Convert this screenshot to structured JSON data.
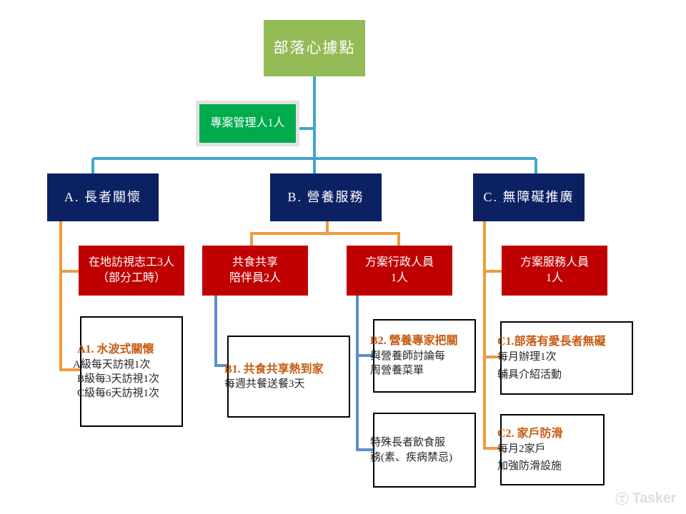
{
  "diagram": {
    "title_node": {
      "label": "部落心據點"
    },
    "manager_node": {
      "label": "專案管理人1人"
    },
    "categories": [
      {
        "id": "A",
        "label": "A. 長者關懷"
      },
      {
        "id": "B",
        "label": "B. 營養服務"
      },
      {
        "id": "C",
        "label": "C. 無障礙推廣"
      }
    ],
    "staffing": [
      {
        "id": "A-staff",
        "line1": "在地訪視志工3人",
        "line2": "（部分工時）"
      },
      {
        "id": "B-staff-1",
        "line1": "共食共享",
        "line2": "陪伴員2人"
      },
      {
        "id": "B-staff-2",
        "line1": "方案行政人員",
        "line2": "1人"
      },
      {
        "id": "C-staff",
        "line1": "方案服務人員",
        "line2": "1人"
      }
    ],
    "details": [
      {
        "id": "A1",
        "header": "A1. 水波式關懷",
        "lines": [
          "A級每天訪視1次",
          "B級每3天訪視1次",
          "C級每6天訪視1次"
        ]
      },
      {
        "id": "B1",
        "header": "B1. 共食共享熱到家",
        "lines": [
          "每週共餐送餐3天"
        ]
      },
      {
        "id": "B2",
        "header": "B2. 營養專家把關",
        "lines": [
          "與營養師討論每",
          "周營養菜單"
        ]
      },
      {
        "id": "B3",
        "header": "",
        "lines": [
          "特殊長者飲食服",
          "務(素、疾病禁忌)"
        ]
      },
      {
        "id": "C1",
        "header": "C1.部落有愛長者無礙",
        "lines": [
          "每月辦理1次",
          "輔具介紹活動"
        ]
      },
      {
        "id": "C2",
        "header": "C2. 家戶防滑",
        "lines": [
          "每月2家戶",
          "加強防滑設施"
        ]
      }
    ],
    "colors": {
      "root_green": "#94bb56",
      "manager_green": "#00ab4e",
      "category_navy": "#0b2161",
      "staff_red": "#c00000",
      "connector_blue": "#41a6cd",
      "connector_orange": "#ed9b3f",
      "connector_steel": "#5b8fc9",
      "detail_header": "#c55a11",
      "detail_body": "#262626"
    }
  },
  "watermark": {
    "text": "Tasker"
  }
}
